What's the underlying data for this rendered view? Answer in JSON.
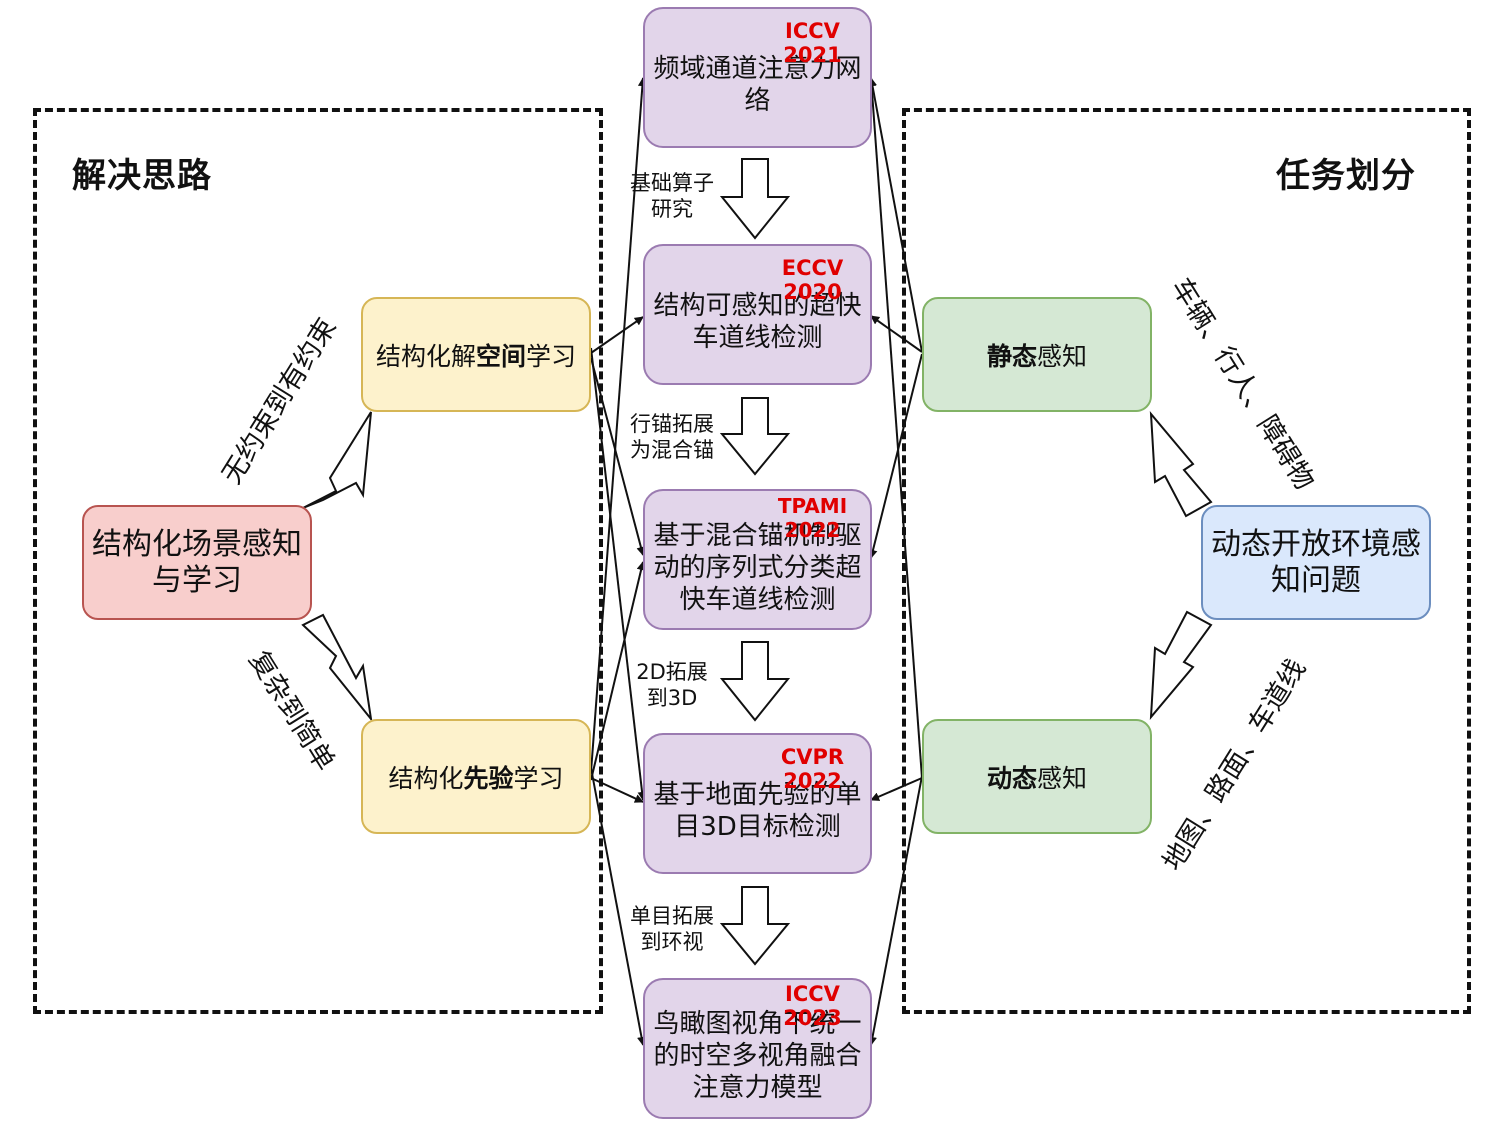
{
  "left_panel": {
    "title": "解决思路"
  },
  "right_panel": {
    "title": "任务划分"
  },
  "root_left": {
    "text": "结构化场景感知与学习"
  },
  "root_right": {
    "text": "动态开放环境感知问题"
  },
  "left_top": {
    "prefix": "结构化解",
    "bold": "空间",
    "suffix": "学习"
  },
  "left_bottom": {
    "prefix": "结构化",
    "bold": "先验",
    "suffix": "学习"
  },
  "right_top": {
    "bold": "静态",
    "suffix": "感知"
  },
  "right_bottom": {
    "bold": "动态",
    "suffix": "感知"
  },
  "edge_labels": {
    "up_left": "无约束到有约束",
    "down_left": "复杂到简单",
    "up_right": "车辆、行人、障碍物",
    "down_right": "地图、路面、车道线"
  },
  "papers": [
    {
      "venue": "ICCV 2021",
      "title": "频域通道注意力网络"
    },
    {
      "venue": "ECCV 2020",
      "title": "结构可感知的超快车道线检测"
    },
    {
      "venue": "TPAMI 2022",
      "title": "基于混合锚机制驱动的序列式分类超快车道线检测"
    },
    {
      "venue": "CVPR 2022",
      "title": "基于地面先验的单目3D目标检测"
    },
    {
      "venue": "ICCV 2023",
      "title": "鸟瞰图视角下统一的时空多视角融合注意力模型"
    }
  ],
  "steps": [
    {
      "line1": "基础算子",
      "line2": "研究"
    },
    {
      "line1": "行锚拓展",
      "line2": "为混合锚"
    },
    {
      "line1": "2D拓展",
      "line2": "到3D"
    },
    {
      "line1": "单目拓展",
      "line2": "到环视"
    }
  ]
}
